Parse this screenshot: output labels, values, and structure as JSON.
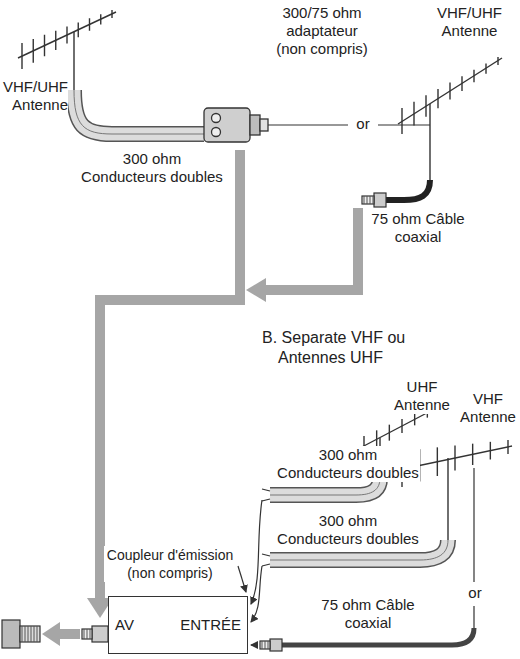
{
  "diagram": {
    "nodes": [
      {
        "text": [
          "AV",
          "ENTRÉE"
        ]
      }
    ],
    "labels": [
      "VHF/UHF Antenne",
      "300/75 ohm adaptateur (non compris)",
      "VHF/UHF Antenne",
      "300 ohm Conducteurs doubles",
      "or",
      "75 ohm Câble coaxial",
      "B. Separate VHF ou Antennes UHF",
      "UHF Antenne",
      "VHF Antenne",
      "300 ohm Conducteurs doubles",
      "Coupleur d'émission (non compris)",
      "300 ohm Conducteurs doubles",
      "or",
      "75 ohm Câble coaxial"
    ]
  }
}
